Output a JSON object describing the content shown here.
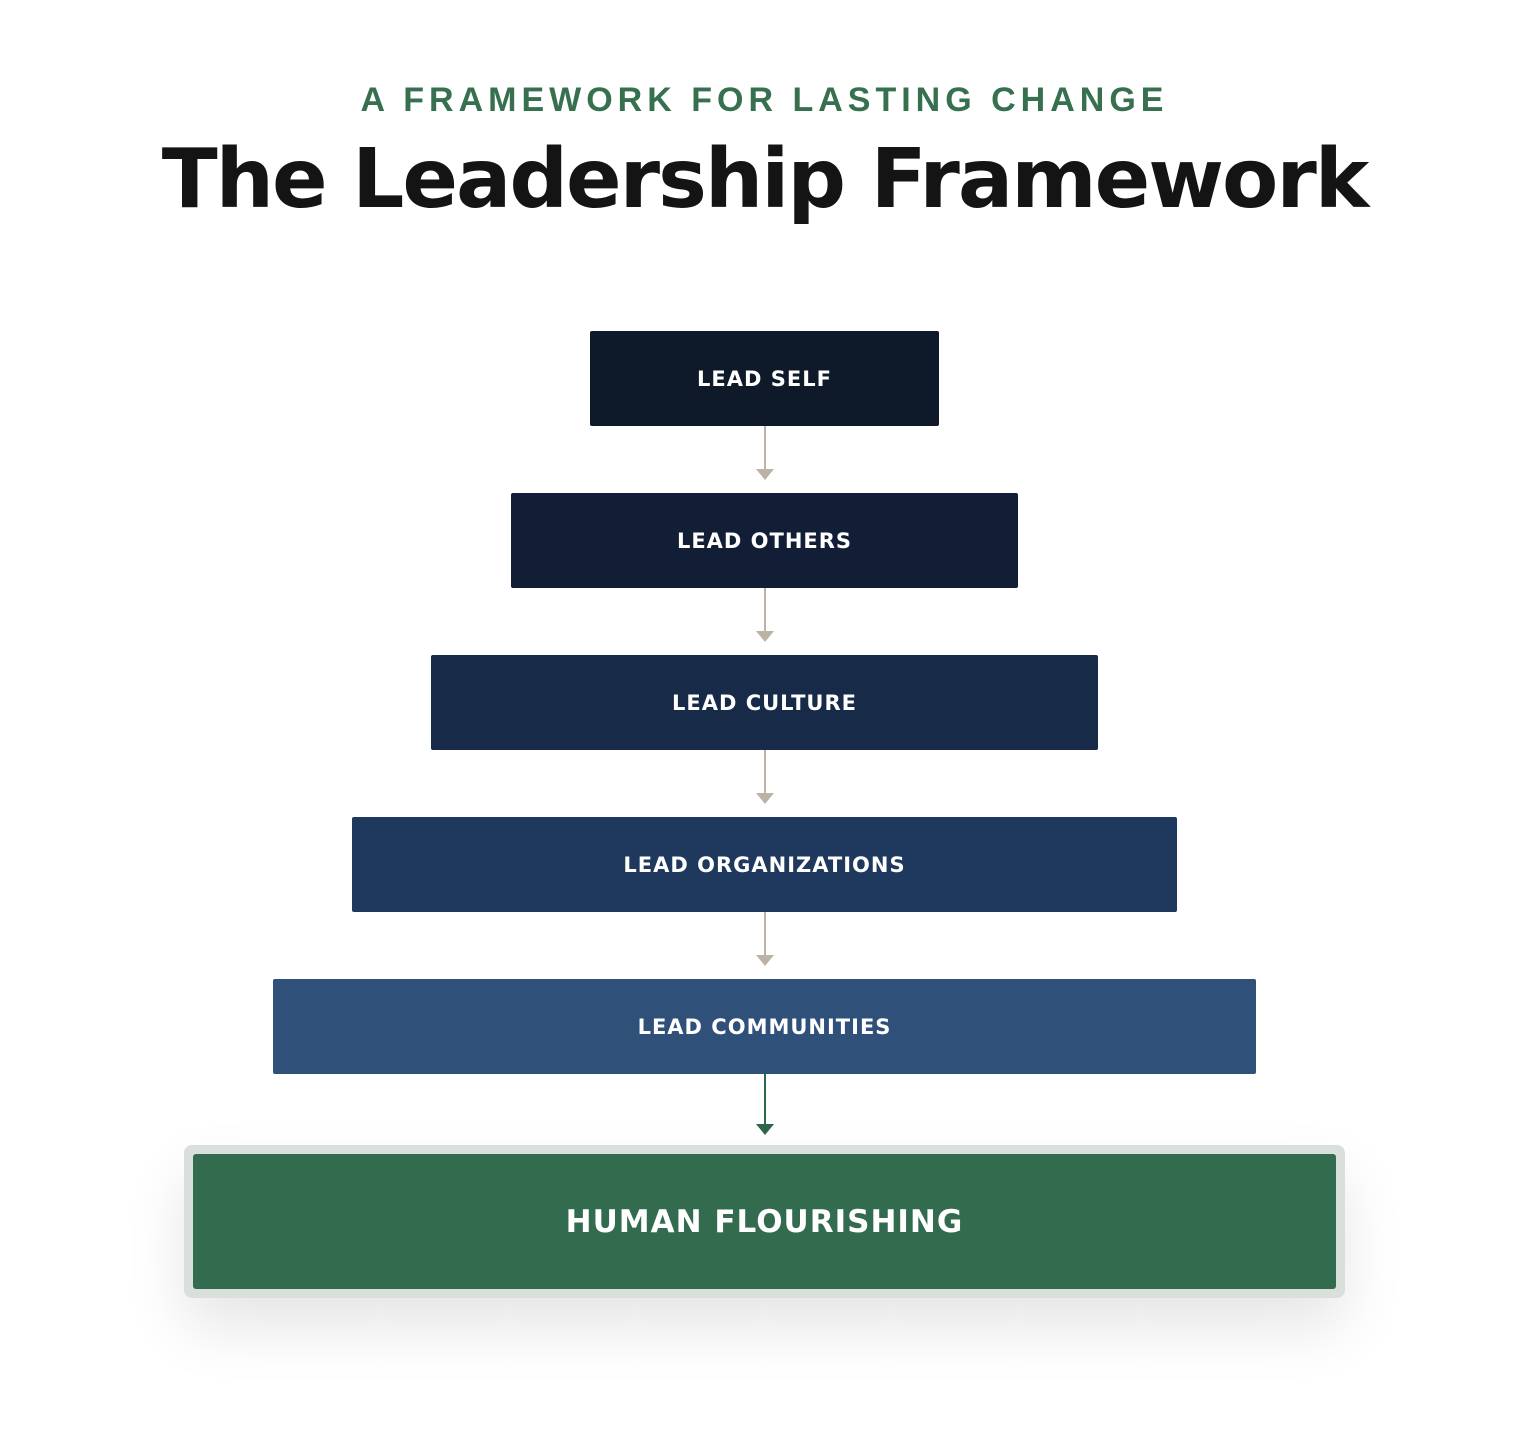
{
  "header": {
    "eyebrow": "A FRAMEWORK FOR LASTING CHANGE",
    "title": "The Leadership Framework"
  },
  "stages": [
    {
      "label": "LEAD SELF",
      "color": "#0e1929"
    },
    {
      "label": "LEAD OTHERS",
      "color": "#111e35"
    },
    {
      "label": "LEAD CULTURE",
      "color": "#172a48"
    },
    {
      "label": "LEAD ORGANIZATIONS",
      "color": "#1f385d"
    },
    {
      "label": "LEAD COMMUNITIES",
      "color": "#2e5079"
    }
  ],
  "outcome": {
    "label": "HUMAN FLOURISHING",
    "color": "#336b4f"
  },
  "colors": {
    "accent_green": "#37704f",
    "arrow_neutral": "#bcb3a6",
    "arrow_final": "#2d6749"
  }
}
